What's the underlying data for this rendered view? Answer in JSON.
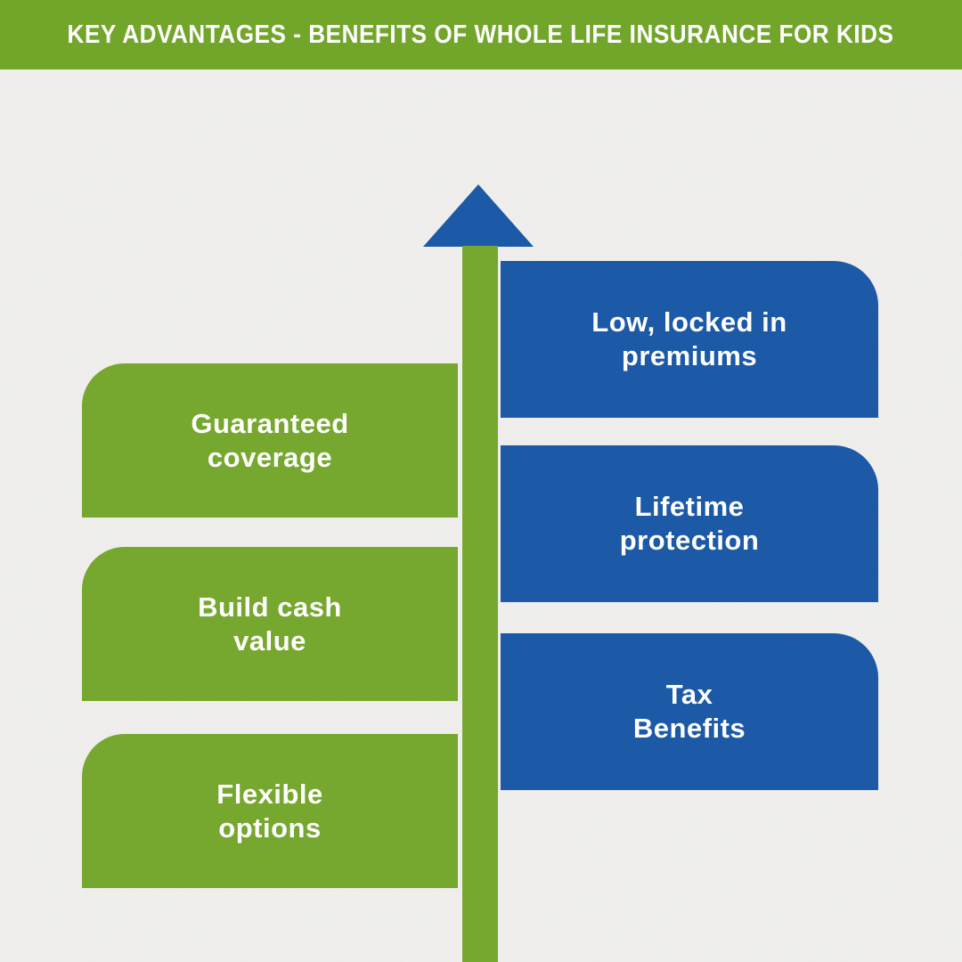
{
  "header": {
    "title": "KEY ADVANTAGES - BENEFITS OF WHOLE LIFE INSURANCE FOR KIDS",
    "bg_color": "#72a62b",
    "text_color": "#ffffff"
  },
  "arrow": {
    "head_color": "#1c59a6",
    "shaft_color": "#76a72e"
  },
  "benefits": {
    "left": {
      "color": "#76a72e",
      "items": [
        {
          "lines": [
            "Guaranteed",
            "coverage"
          ]
        },
        {
          "lines": [
            "Build cash",
            "value"
          ]
        },
        {
          "lines": [
            "Flexible",
            "options"
          ]
        }
      ]
    },
    "right": {
      "color": "#1c59a6",
      "items": [
        {
          "lines": [
            "Low, locked in",
            "premiums"
          ]
        },
        {
          "lines": [
            "Lifetime",
            "protection"
          ]
        },
        {
          "lines": [
            "Tax",
            "Benefits"
          ]
        }
      ]
    }
  },
  "page": {
    "background_color": "#f0efed"
  }
}
